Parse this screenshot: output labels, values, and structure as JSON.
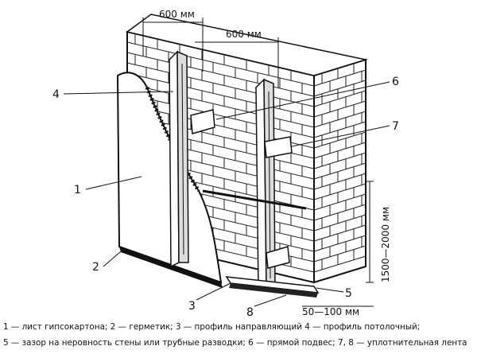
{
  "diagram": {
    "dimensions": {
      "spacing_left": "600 мм",
      "spacing_right": "600 мм",
      "hanger_step": "1500—2000 мм",
      "gap": "50—100 мм"
    },
    "callouts": [
      "1",
      "2",
      "3",
      "4",
      "5",
      "6",
      "7",
      "8"
    ]
  },
  "caption": {
    "line1": "1 — лист гипсокартона; 2 — герметик; 3 — профиль направляющий 4 — профиль потолочный;",
    "line2": "5 — зазор на неровность стены или трубные разводки; 6 — прямой подвес; 7, 8 — уплотнительная лента"
  }
}
